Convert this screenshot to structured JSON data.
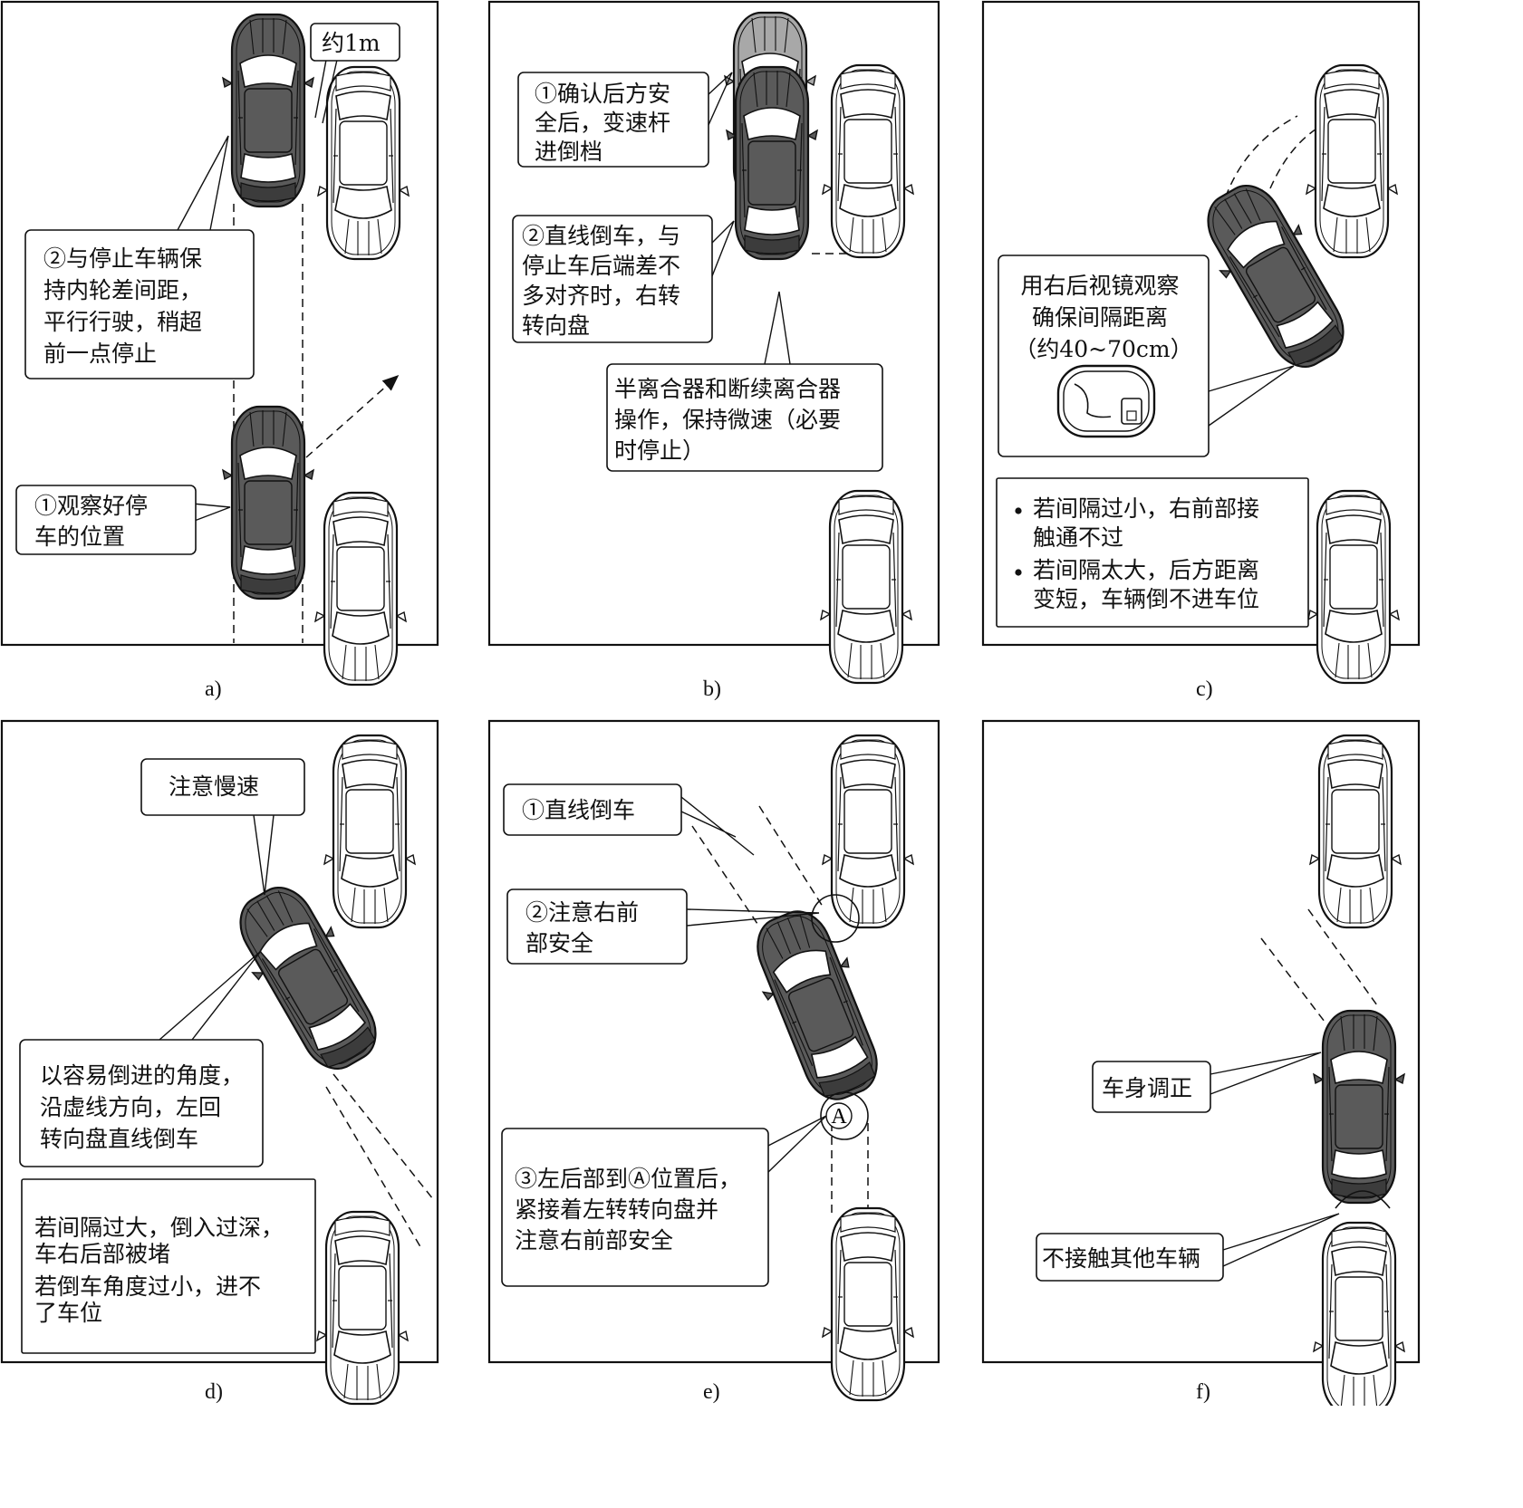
{
  "colors": {
    "active_car": "#5a5a5a",
    "active_car_dark": "#3c3c3c",
    "parked_car": "#ffffff",
    "trail_car": "#a8a8a8",
    "outline": "#111111",
    "background": "#ffffff"
  },
  "panels": {
    "a": {
      "caption": "a)",
      "distance_label": "约1m",
      "step1": [
        "①观察好停",
        "车的位置"
      ],
      "step2": [
        "②与停止车辆保",
        "持内轮差间距，",
        "平行行驶，稍超",
        "前一点停止"
      ]
    },
    "b": {
      "caption": "b)",
      "step1": [
        "①确认后方安",
        "全后，变速杆",
        "进倒档"
      ],
      "step2": [
        "②直线倒车，与",
        "停止车后端差不",
        "多对齐时，右转",
        "转向盘"
      ],
      "clutch_note": [
        "半离合器和断续离合器",
        "操作，保持微速（必要",
        "时停止）"
      ]
    },
    "c": {
      "caption": "c)",
      "mirror_note": [
        "用右后视镜观察",
        "确保间隔距离",
        "（约40~70cm）"
      ],
      "bullets": [
        [
          "若间隔过小，右前部接",
          "触通不过"
        ],
        [
          "若间隔太大，后方距离",
          "变短，车辆倒不进车位"
        ]
      ]
    },
    "d": {
      "caption": "d)",
      "slow_note": "注意慢速",
      "angle_note": [
        "以容易倒进的角度，",
        "沿虚线方向，左回",
        "转向盘直线倒车"
      ],
      "warning": [
        "若间隔过大，倒入过深，",
        "车右后部被堵",
        "若倒车角度过小，进不",
        "了车位"
      ]
    },
    "e": {
      "caption": "e)",
      "step1": "①直线倒车",
      "step2": [
        "②注意右前",
        "部安全"
      ],
      "step3": [
        "③左后部到Ⓐ位置后，",
        "紧接着左转转向盘并",
        "注意右前部安全"
      ],
      "point_label": "A"
    },
    "f": {
      "caption": "f)",
      "straighten_note": "车身调正",
      "no_contact_note": "不接触其他车辆"
    }
  }
}
